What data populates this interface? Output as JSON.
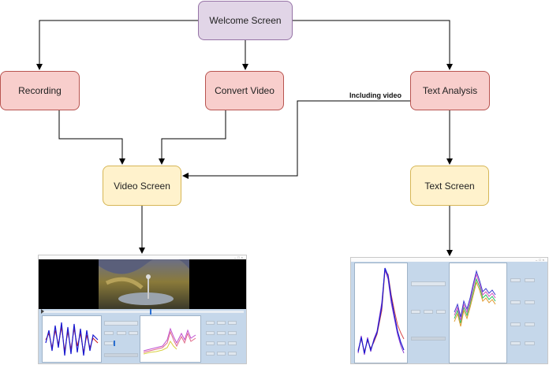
{
  "nodes": {
    "welcome": "Welcome Screen",
    "recording": "Recording",
    "convert": "Convert Video",
    "text_analysis": "Text Analysis",
    "video_screen": "Video Screen",
    "text_screen": "Text Screen"
  },
  "edges": {
    "text_to_video_label": "Including video"
  },
  "colors": {
    "purple_fill": "#e1d5e7",
    "purple_stroke": "#9673a6",
    "red_fill": "#f8cecc",
    "red_stroke": "#b85450",
    "yellow_fill": "#fff2cc",
    "yellow_stroke": "#d6b656",
    "thumbnail_background": "#c5d7ea"
  }
}
